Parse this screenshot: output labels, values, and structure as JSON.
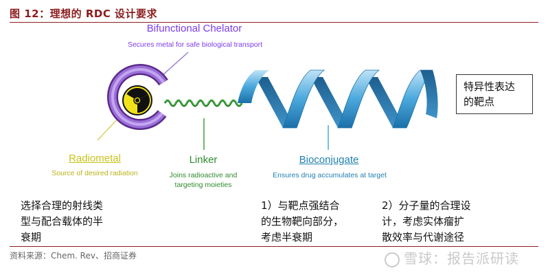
{
  "figure": {
    "title": "图 12：理想的 RDC 设计要求",
    "source": "资料来源：Chem. Rev、招商证券"
  },
  "diagram": {
    "chelator": {
      "title": "Bifunctional Chelator",
      "subtitle": "Secures metal for safe biological transport",
      "color": "#7c3aed"
    },
    "radiometal": {
      "title": "Radiometal",
      "subtitle": "Source of desired radiation",
      "color": "#c8c21a"
    },
    "linker": {
      "title": "Linker",
      "subtitle_line1": "Joins radioactive and",
      "subtitle_line2": "targeting moieties",
      "color": "#2e8b2e"
    },
    "bioconjugate": {
      "title": "Bioconjugate",
      "subtitle": "Ensures drug accumulates at target",
      "color": "#1f7fb0"
    },
    "target_box": {
      "line1": "特异性表达",
      "line2": "的靶点"
    }
  },
  "requirements": [
    {
      "line1": "选择合理的射线类",
      "line2": "型与配合载体的半",
      "line3": "衰期"
    },
    {
      "line1": "1）与靶点强结合",
      "line2": "的生物靶向部分，",
      "line3": "考虑半衰期"
    },
    {
      "line1": "2）分子量的合理设",
      "line2": "计，考虑实体瘤扩",
      "line3": "散效率与代谢途径"
    }
  ],
  "watermark": {
    "text": "雪球：报告派研读"
  }
}
